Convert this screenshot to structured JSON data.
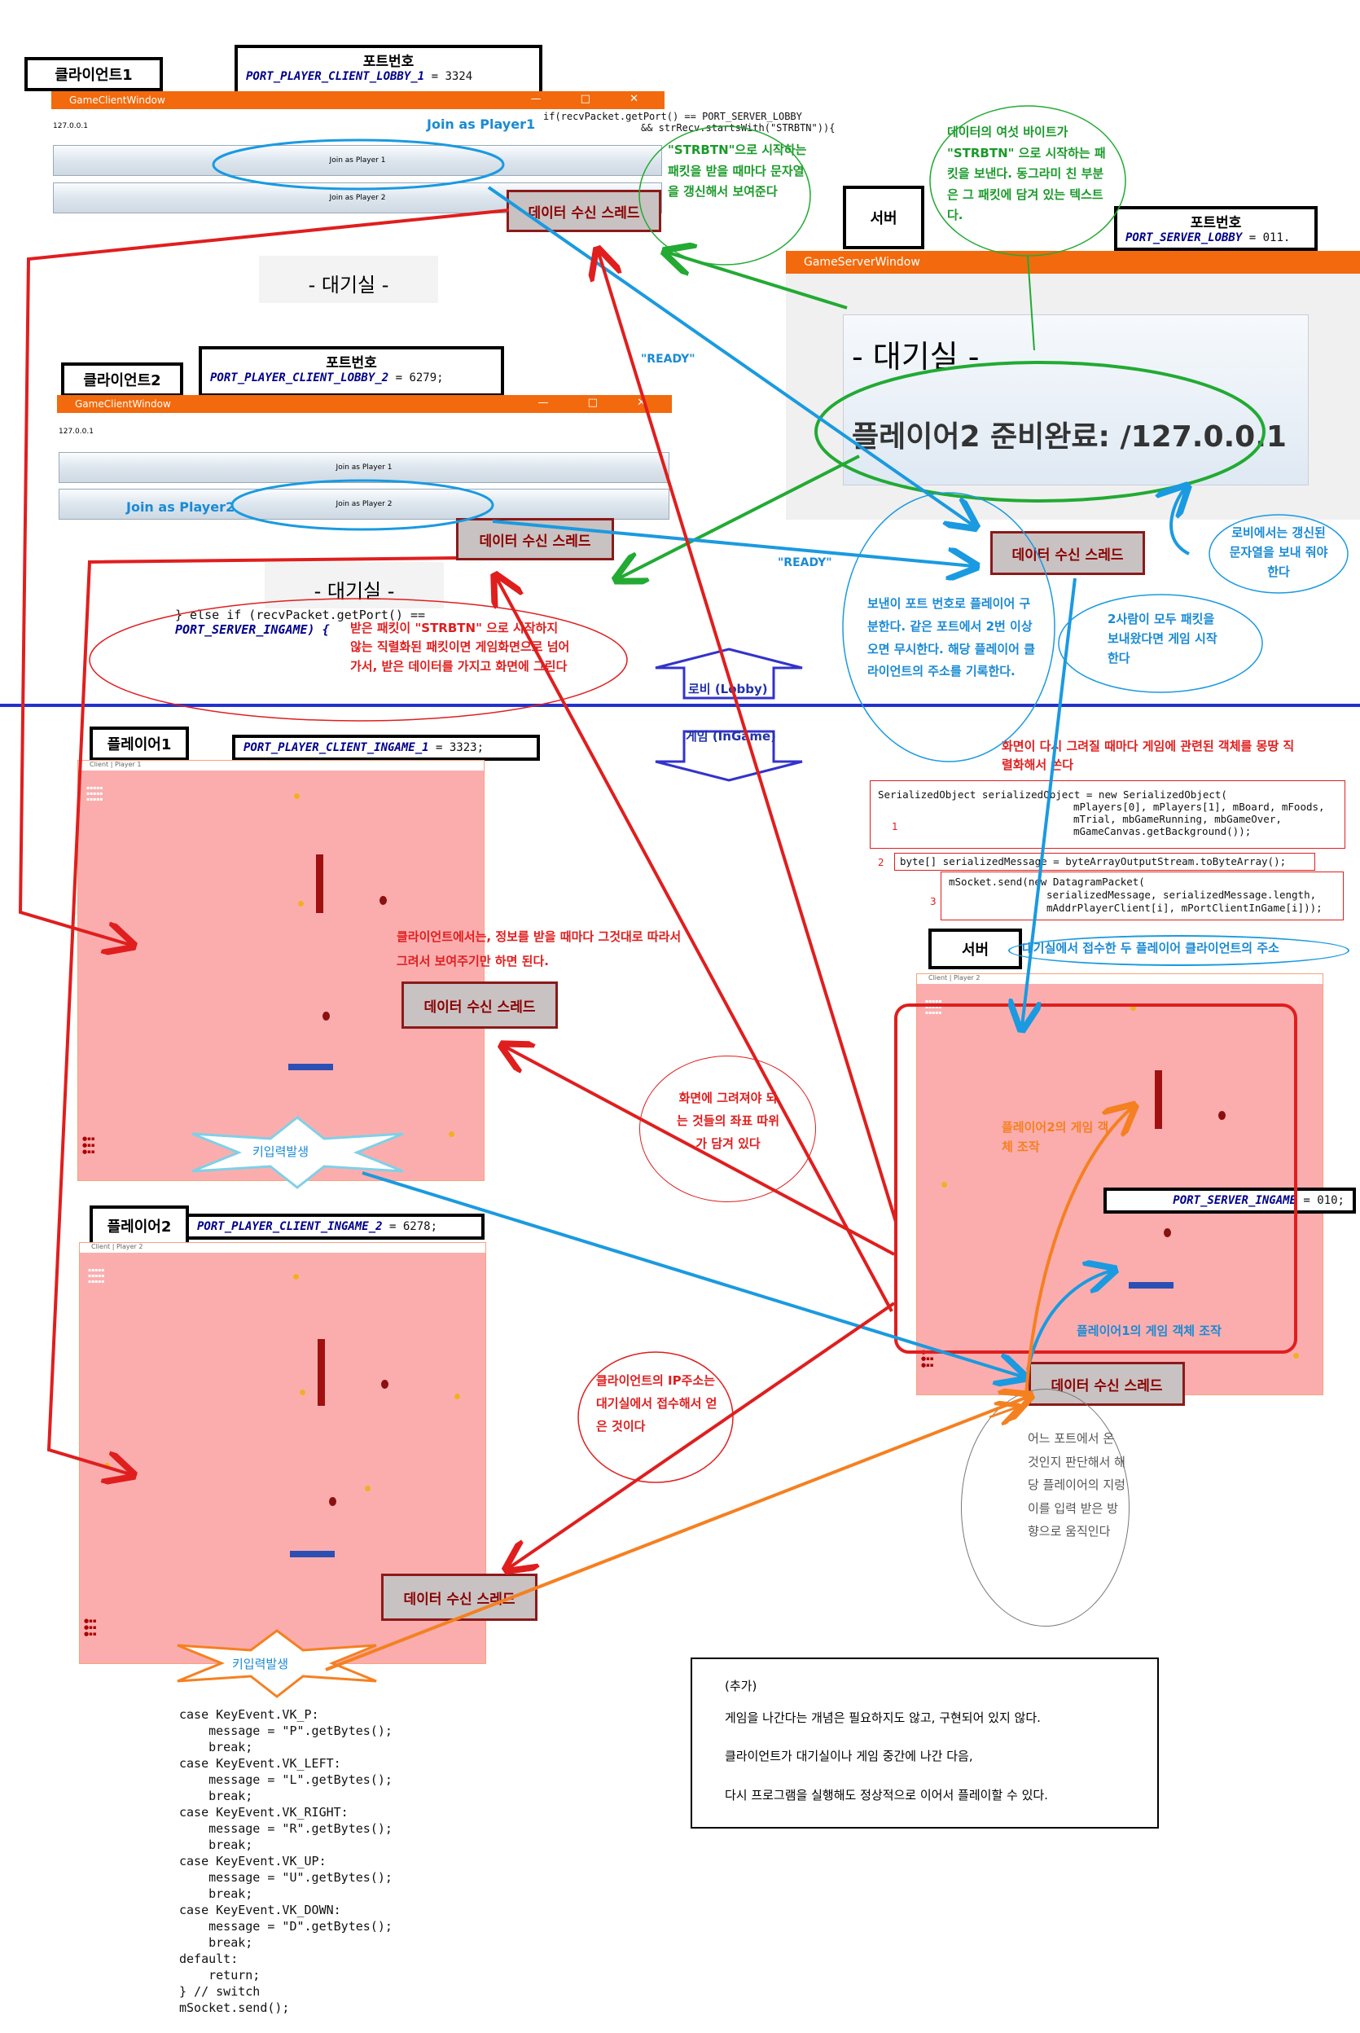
{
  "labels": {
    "client1": "클라이언트1",
    "client2": "클라이언트2",
    "server_top": "서버",
    "server_bottom": "서버",
    "player1": "플레이어1",
    "player2": "플레이어2",
    "port_title": "포트번호"
  },
  "ports": {
    "client_lobby_1_name": "PORT_PLAYER_CLIENT_LOBBY_1",
    "client_lobby_1_val": " = 3324",
    "client_lobby_2_name": "PORT_PLAYER_CLIENT_LOBBY_2",
    "client_lobby_2_val": " = 6279;",
    "server_lobby_name": "PORT_SERVER_LOBBY",
    "server_lobby_val": " = 011.",
    "client_ingame_1_name": "PORT_PLAYER_CLIENT_INGAME_1",
    "client_ingame_1_val": " = 3323;",
    "client_ingame_2_name": "PORT_PLAYER_CLIENT_INGAME_2",
    "client_ingame_2_val": " = 6278;",
    "server_ingame_name": "PORT_SERVER_INGAME",
    "server_ingame_val": " = 010;"
  },
  "client_window": {
    "title": "GameClientWindow",
    "ip": "127.0.0.1",
    "join1": "Join as Player 1",
    "join2": "Join as Player 2",
    "lobby": "- 대기실 -"
  },
  "server_window": {
    "title": "GameServerWindow",
    "lobby": "- 대기실 -",
    "status": "플레이어2 준비완료: /127.0.0.1"
  },
  "thread_label": "데이터 수신 스레드",
  "annotations": {
    "join_p1": "Join as Player1",
    "join_p2": "Join as Player2",
    "ready1": "\"READY\"",
    "ready2": "\"READY\"",
    "strbtn_note": "\"STRBTN\"으로 시작하는 패킷을 받을 때마다 문자열을 갱신해서 보여준다",
    "six_bytes_note": "데이터의 여섯 바이트가 \"STRBTN\" 으로 시작하는 패킷을 보낸다. 동그라미 친 부분은 그 패킷에 담겨 있는 텍스트다.",
    "lobby_refresh": "로비에서는 갱신된 문자열을 보내 줘야 한다",
    "port_distinguish": "보낸이 포트 번호로 플레이어 구분한다. 같은 포트에서 2번 이상 오면 무시한다. 해당 플레이어 클라이언트의 주소를 기록한다.",
    "both_sent": "2사람이 모두 패킷을 보내왔다면 게임 시작한다",
    "non_strbtn": "받은 패킷이 \"STRBTN\" 으로 시작하지 않는 직렬화된 패킷이면 게임화면으로 넘어가서, 받은 데이터를 가지고 화면에 그린다",
    "lobby_arrow": "로비 (Lobby)",
    "game_arrow": "게임 (InGame)",
    "serialize_note": "화면이 다시 그려질 때마다 게임에 관련된 객체를 몽땅 직렬화해서 쏜다",
    "client_draw_note": "클라이언트에서는, 정보를 받을 때마다 그것대로 따라서 그려서 보여주기만 하면 된다.",
    "lobby_addr": "대기실에서 접수한 두 플레이어 클라이언트의 주소",
    "coords_note": "화면에 그려져야 되는 것들의 좌표 따위가 담겨 있다",
    "p2_control": "플레이어2의 게임 객체 조작",
    "p1_control": "플레이어1의 게임 객체 조작",
    "ip_note": "클라이언트의 IP주소는 대기실에서 접수해서 얻은 것이다",
    "port_judge": "어느 포트에서 온 것인지 판단해서 해당 플레이어의 지렁이를 입력 받은 방향으로 움직인다",
    "key_event1": "키입력발생",
    "key_event2": "키입력발생",
    "num1": "1",
    "num2": "2",
    "num3": "3"
  },
  "code": {
    "if_line1": "if(recvPacket.getPort() == PORT_SERVER_LOBBY",
    "if_line2": "&& strRecv.startsWith(\"STRBTN\")){",
    "else_line1": "} else if (recvPacket.getPort() ==",
    "else_line2": "PORT_SERVER_INGAME) {",
    "ser1": "SerializedObject serializedObject = new SerializedObject(",
    "ser2": "mPlayers[0], mPlayers[1], mBoard, mFoods,",
    "ser3": "mTrial, mbGameRunning, mbGameOver,",
    "ser4": "mGameCanvas.getBackground());",
    "ser5": "byte[] serializedMessage = byteArrayOutputStream.toByteArray();",
    "ser6": "mSocket.send(new DatagramPacket(",
    "ser7": "serializedMessage, serializedMessage.length,",
    "ser8": "mAddrPlayerClient[i], mPortClientInGame[i]));",
    "key_code": [
      "case KeyEvent.VK_P:",
      "    message = \"P\".getBytes();",
      "    break;",
      "case KeyEvent.VK_LEFT:",
      "    message = \"L\".getBytes();",
      "    break;",
      "case KeyEvent.VK_RIGHT:",
      "    message = \"R\".getBytes();",
      "    break;",
      "case KeyEvent.VK_UP:",
      "    message = \"U\".getBytes();",
      "    break;",
      "case KeyEvent.VK_DOWN:",
      "    message = \"D\".getBytes();",
      "    break;",
      "default:",
      "    return;",
      "} // switch",
      "mSocket.send();"
    ]
  },
  "game_window": {
    "title_client": "Client | Player 1",
    "title_client2": "Client | Player 2",
    "title_server": "Client | Player 2"
  },
  "note_box": {
    "title": "(추가)",
    "line1": "게임을 나간다는 개념은 필요하지도 않고, 구현되어 있지 않다.",
    "line2": "클라이언트가 대기실이나 게임 중간에 나간 다음,",
    "line3": "다시 프로그램을 실행해도 정상적으로 이어서 플레이할 수 있다."
  },
  "colors": {
    "titlebar": "#f26a0d",
    "game_bg": "#fbadae",
    "arrow_red": "#e01e1e",
    "arrow_blue": "#1a9ae0",
    "arrow_green": "#22aa33",
    "arrow_orange": "#f58020",
    "divider": "#2233cc"
  }
}
